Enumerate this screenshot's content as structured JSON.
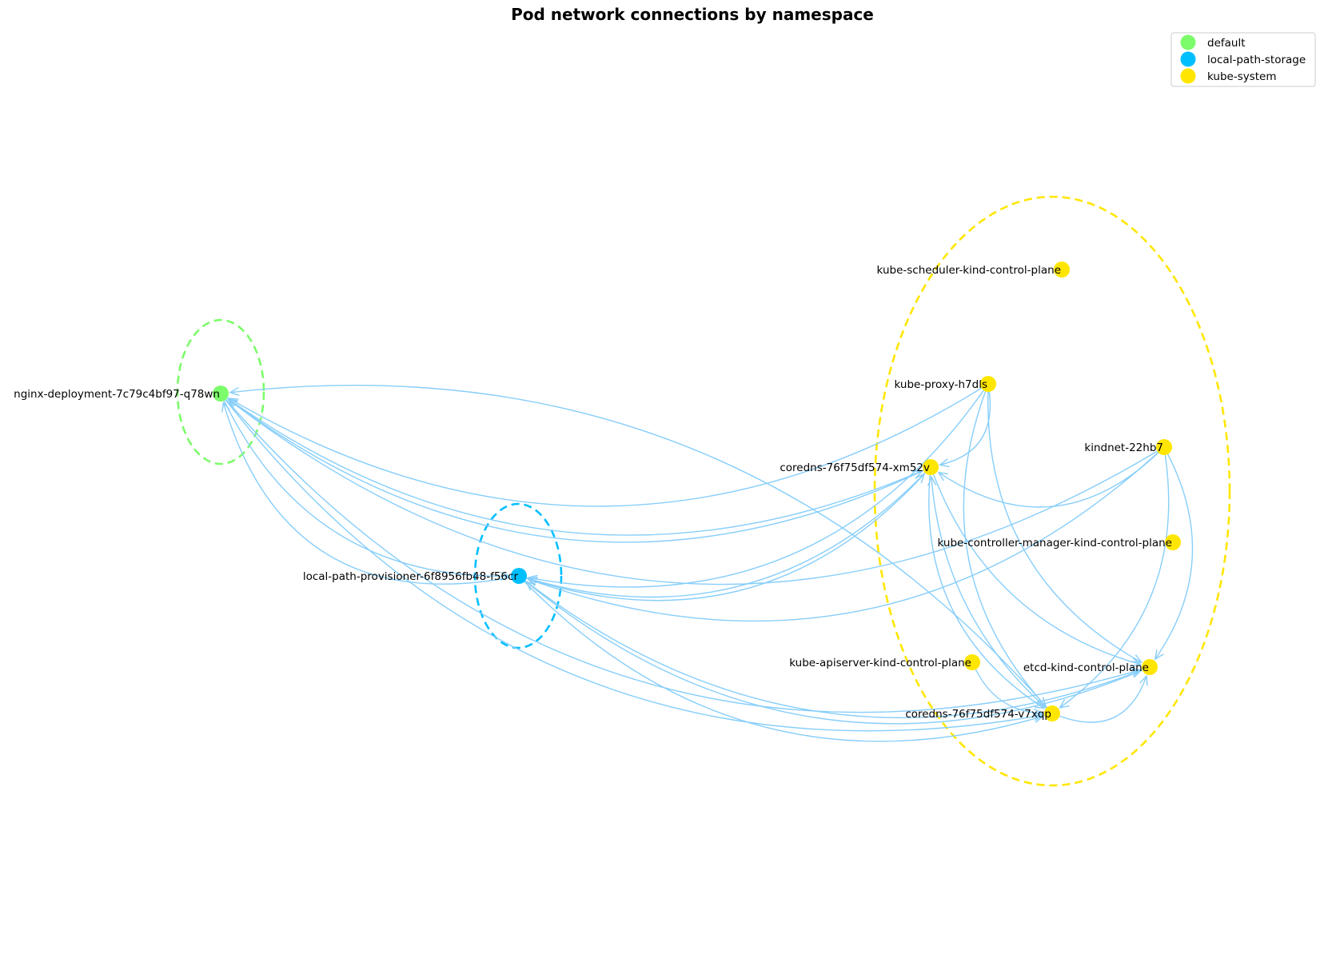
{
  "title": "Pod network connections by namespace",
  "edge_color": "#87CEFA",
  "namespaces": [
    {
      "id": "default",
      "label": "default",
      "color": "#7CFC6A"
    },
    {
      "id": "local-path-storage",
      "label": "local-path-storage",
      "color": "#00BFFF"
    },
    {
      "id": "kube-system",
      "label": "kube-system",
      "color": "#FFE600"
    }
  ],
  "nodes": [
    {
      "id": "nginx",
      "label": "nginx-deployment-7c79c4bf97-q78wn",
      "namespace": "default"
    },
    {
      "id": "lpp",
      "label": "local-path-provisioner-6f8956fb48-f56cr",
      "namespace": "local-path-storage"
    },
    {
      "id": "sched",
      "label": "kube-scheduler-kind-control-plane",
      "namespace": "kube-system"
    },
    {
      "id": "proxy",
      "label": "kube-proxy-h7dls",
      "namespace": "kube-system"
    },
    {
      "id": "kindnet",
      "label": "kindnet-22hb7",
      "namespace": "kube-system"
    },
    {
      "id": "corednsA",
      "label": "coredns-76f75df574-xm52v",
      "namespace": "kube-system"
    },
    {
      "id": "kcm",
      "label": "kube-controller-manager-kind-control-plane",
      "namespace": "kube-system"
    },
    {
      "id": "apiserver",
      "label": "kube-apiserver-kind-control-plane",
      "namespace": "kube-system"
    },
    {
      "id": "etcd",
      "label": "etcd-kind-control-plane",
      "namespace": "kube-system"
    },
    {
      "id": "corednsB",
      "label": "coredns-76f75df574-v7xqp",
      "namespace": "kube-system"
    }
  ],
  "edges": [
    {
      "from": "proxy",
      "to": "nginx"
    },
    {
      "from": "kindnet",
      "to": "nginx"
    },
    {
      "from": "corednsA",
      "to": "nginx"
    },
    {
      "from": "corednsB",
      "to": "nginx"
    },
    {
      "from": "lpp",
      "to": "nginx"
    },
    {
      "from": "nginx",
      "to": "lpp"
    },
    {
      "from": "nginx",
      "to": "corednsA"
    },
    {
      "from": "nginx",
      "to": "corednsB"
    },
    {
      "from": "nginx",
      "to": "etcd"
    },
    {
      "from": "kindnet",
      "to": "lpp"
    },
    {
      "from": "proxy",
      "to": "lpp"
    },
    {
      "from": "corednsA",
      "to": "lpp"
    },
    {
      "from": "etcd",
      "to": "lpp"
    },
    {
      "from": "lpp",
      "to": "corednsA"
    },
    {
      "from": "lpp",
      "to": "corednsB"
    },
    {
      "from": "lpp",
      "to": "etcd"
    },
    {
      "from": "proxy",
      "to": "corednsA"
    },
    {
      "from": "proxy",
      "to": "corednsB"
    },
    {
      "from": "proxy",
      "to": "etcd"
    },
    {
      "from": "kindnet",
      "to": "corednsA"
    },
    {
      "from": "kindnet",
      "to": "corednsB"
    },
    {
      "from": "kindnet",
      "to": "etcd"
    },
    {
      "from": "corednsA",
      "to": "corednsB"
    },
    {
      "from": "corednsA",
      "to": "etcd"
    },
    {
      "from": "corednsB",
      "to": "corednsA"
    },
    {
      "from": "corednsB",
      "to": "etcd"
    },
    {
      "from": "apiserver",
      "to": "corednsB"
    }
  ]
}
